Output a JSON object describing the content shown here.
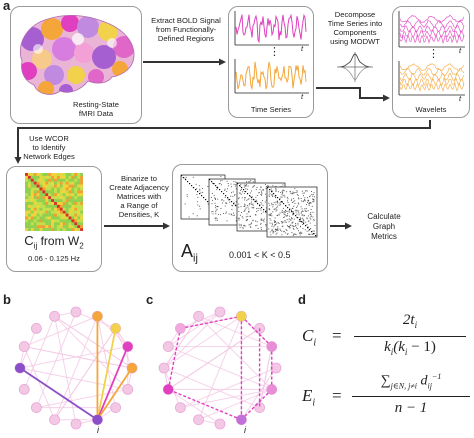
{
  "panels": {
    "a": "a",
    "b": "b",
    "c": "c",
    "d": "d"
  },
  "top_row": {
    "brain_caption": [
      "Resting-State",
      "fMRI Data"
    ],
    "extract_label": [
      "Extract BOLD Signal",
      "from Functionally-",
      "Defined Regions"
    ],
    "timeseries_caption": "Time Series",
    "decompose_label": [
      "Decompose",
      "Time Series into",
      "Components",
      "using MODWT"
    ],
    "wavelets_caption": "Wavelets",
    "axis_t": "t",
    "dots": "⋮"
  },
  "middle_row": {
    "wcor_label": [
      "Use WCOR",
      "to Identify",
      "Network Edges"
    ],
    "cij_main": "C",
    "cij_sub": "ij",
    "cij_rest": " from W",
    "cij_w_sub": "2",
    "freq_range": "0.06 - 0.125 Hz",
    "binarize_label": [
      "Binarize to",
      "Create Adjacency",
      "Matrices with",
      "a Range of",
      "Densities, K"
    ],
    "aij_main": "A",
    "aij_sub": "ij",
    "density_range": "0.001 < K < 0.5",
    "calc_label": [
      "Calculate",
      "Graph",
      "Metrics"
    ]
  },
  "graphs": {
    "node_label_b": "i",
    "node_label_c": "i"
  },
  "equations": {
    "c_lhs": "C",
    "c_lhs_sub": "i",
    "c_num": "2t",
    "c_num_sub": "i",
    "c_den": "k",
    "c_den_sub": "i",
    "c_den_rest": "(k",
    "c_den_sub2": "i",
    "c_den_end": " − 1)",
    "e_lhs": "E",
    "e_lhs_sub": "i",
    "e_num": "∑",
    "e_num_sub": "j∈N, j≠i",
    "e_num_d": " d",
    "e_num_d_sub": "ij",
    "e_num_d_sup": "−1",
    "e_den": "n − 1",
    "equals": "="
  },
  "colors": {
    "magenta": "#e040c0",
    "orange": "#f4a63a",
    "purple": "#8a4fc8",
    "light_pink": "#f3c8e4",
    "yellow": "#f2d24a",
    "arrow": "#333333",
    "box_border": "#9a9a9a"
  }
}
